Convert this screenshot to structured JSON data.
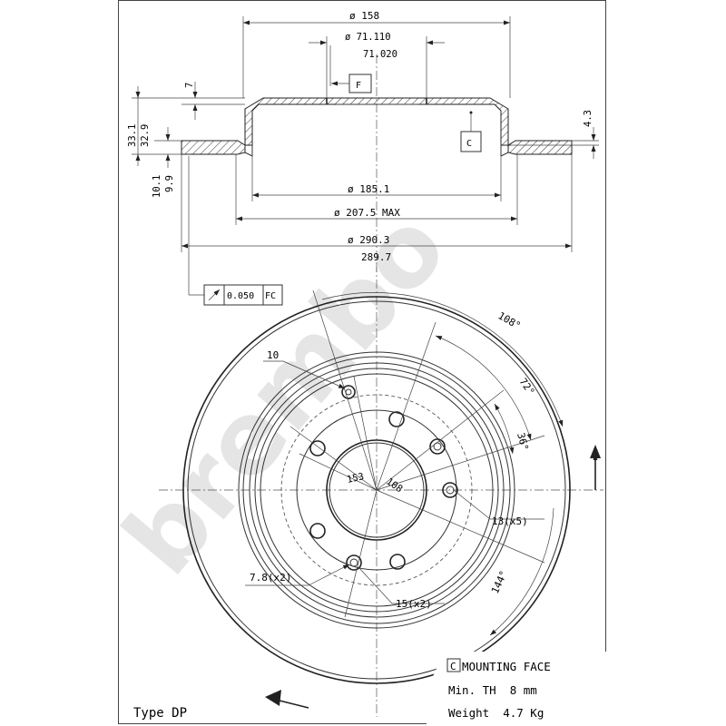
{
  "section_view": {
    "dim_outer_hat": "ø 158",
    "dim_bore_upper": "ø 71.110",
    "dim_bore_lower": "71.020",
    "datum_f": "F",
    "datum_c": "C",
    "dim_7": "7",
    "dim_33_1": "33.1",
    "dim_32_9": "32.9",
    "dim_4_3": "4.3",
    "dim_10_1": "10.1",
    "dim_9_9": "9.9",
    "dim_185_1": "ø 185.1",
    "dim_207_5": "ø 207.5 MAX",
    "dim_290_3": "ø 290.3",
    "dim_289_7": "289.7",
    "runout_value": "0.050",
    "runout_ref": "FC"
  },
  "front_view": {
    "angle_108": "108°",
    "angle_72": "72°",
    "angle_36": "36°",
    "angle_144": "144°",
    "label_10": "10",
    "label_153": "153",
    "label_108": "108",
    "label_13x5": "13(x5)",
    "label_7_8x2": "7.8(x2)",
    "label_15x2": "15(x2)"
  },
  "notes": {
    "mounting_box": "C",
    "mounting_face": "MOUNTING FACE",
    "min_th": "Min. TH  8 mm",
    "weight": "Weight  4.7 Kg",
    "type": "Type DP"
  },
  "watermark": "brembo",
  "colors": {
    "line": "#222222",
    "watermark": "#e3e3e3",
    "background": "#ffffff"
  }
}
